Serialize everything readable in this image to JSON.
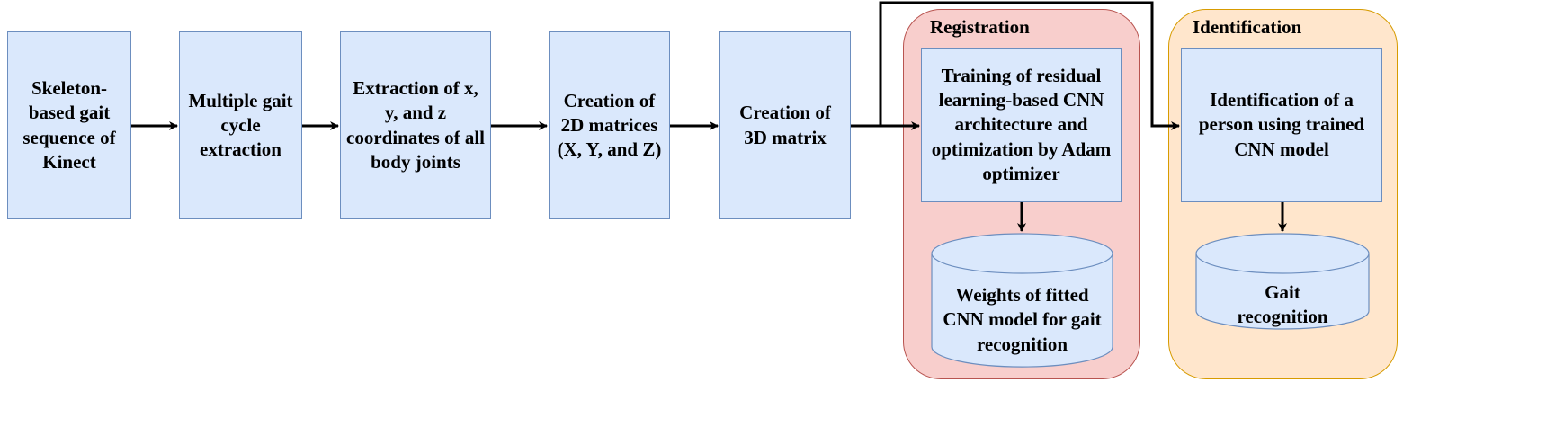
{
  "steps": [
    "Skeleton-based gait sequence of Kinect",
    "Multiple gait cycle extraction",
    "Extraction of x, y, and z coordinates of all body joints",
    "Creation of 2D matrices (X, Y, and Z)",
    "Creation of 3D matrix"
  ],
  "registration": {
    "title": "Registration",
    "process": "Training of residual learning-based CNN architecture and optimization by Adam optimizer",
    "store": "Weights of fitted CNN model for gait recognition",
    "color": "#f8cecc",
    "border": "#b85450"
  },
  "identification": {
    "title": "Identification",
    "process": "Identification of a person using trained CNN model",
    "store": "Gait recognition",
    "color": "#ffe6cc",
    "border": "#d79b00"
  }
}
